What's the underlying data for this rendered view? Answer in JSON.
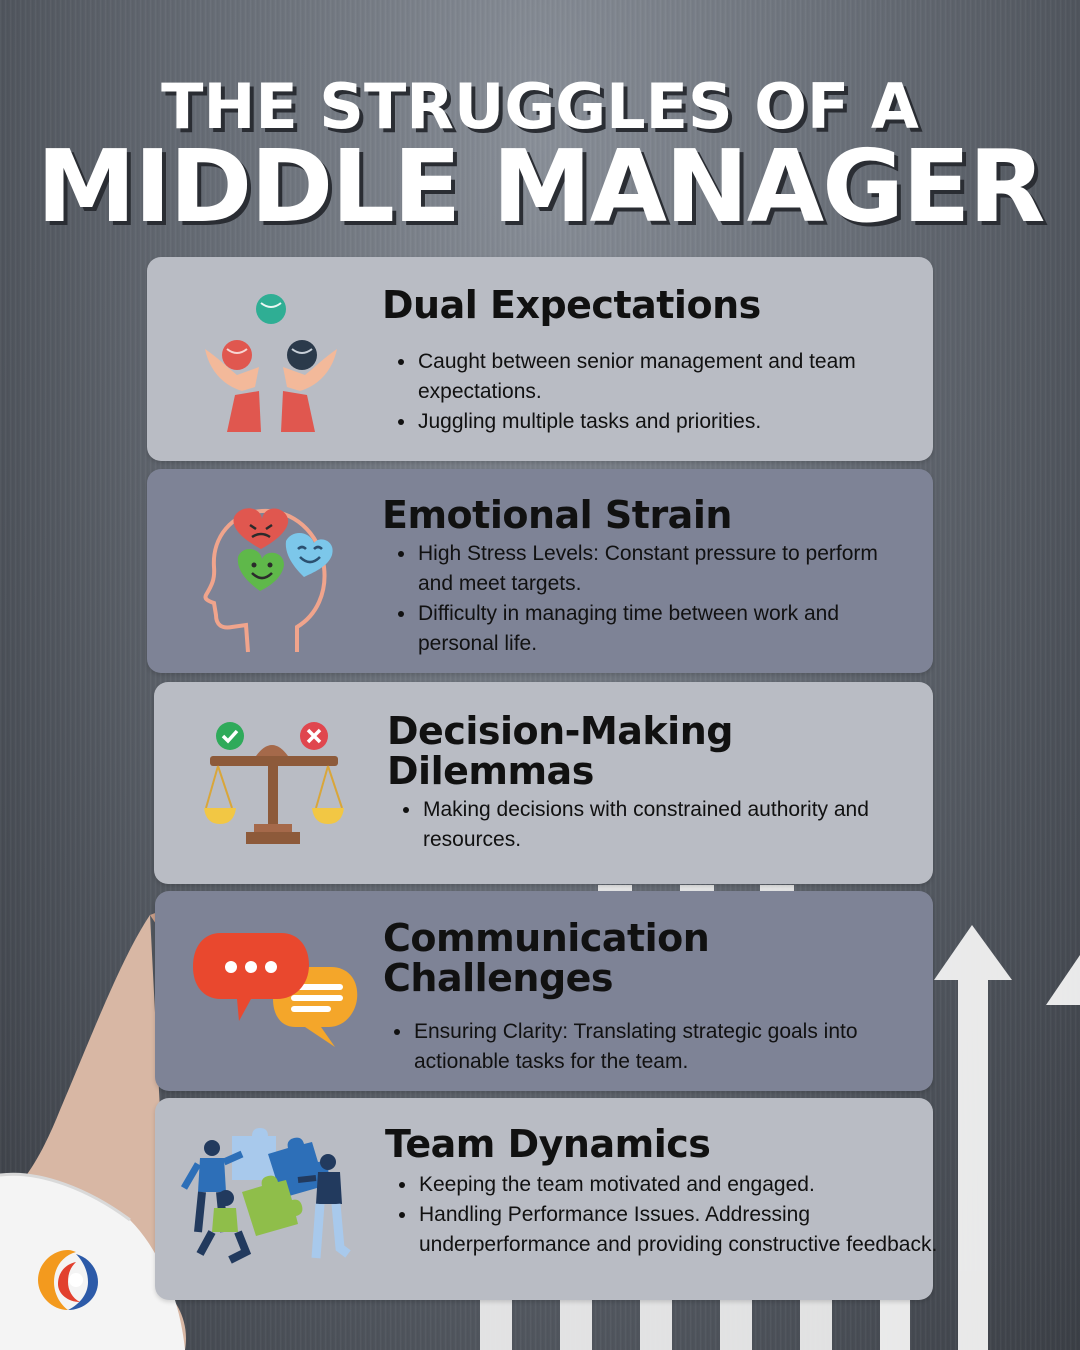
{
  "title": {
    "line1": "THE STRUGGLES OF A",
    "line2": "MIDDLE MANAGER"
  },
  "cards": [
    {
      "heading": "Dual Expectations",
      "icon": "juggling-hands-icon",
      "bullets": [
        "Caught between senior management and team expectations.",
        "Juggling multiple tasks and priorities."
      ]
    },
    {
      "heading": "Emotional Strain",
      "icon": "head-emotions-icon",
      "bullets": [
        "High Stress Levels: Constant pressure to perform and meet targets.",
        "Difficulty in managing time between work and personal life."
      ]
    },
    {
      "heading": "Decision-Making Dilemmas",
      "icon": "balance-scale-icon",
      "bullets": [
        "Making decisions with constrained authority and resources."
      ]
    },
    {
      "heading": "Communication Challenges",
      "icon": "speech-bubbles-icon",
      "bullets": [
        "Ensuring Clarity: Translating strategic goals into actionable tasks for the team."
      ]
    },
    {
      "heading": "Team Dynamics",
      "icon": "team-puzzle-icon",
      "bullets": [
        "Keeping the team motivated and engaged.",
        "Handling Performance Issues. Addressing underperformance and providing constructive feedback."
      ]
    }
  ],
  "logo": "company-logo-icon",
  "colors": {
    "card_light": "#b9bcc4",
    "card_dark": "#7e8396",
    "title_text": "#ffffff"
  }
}
